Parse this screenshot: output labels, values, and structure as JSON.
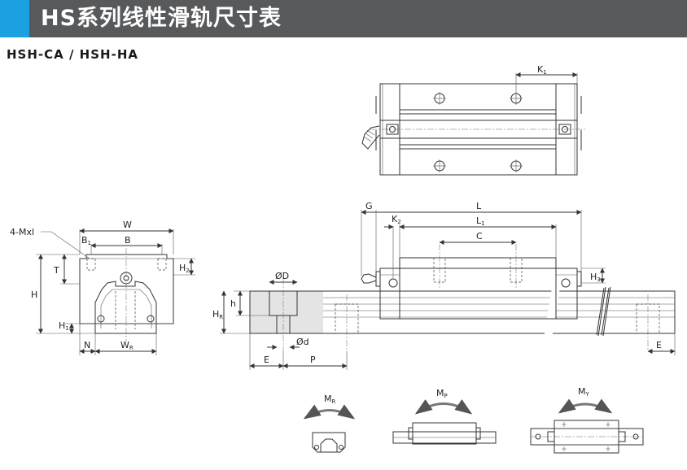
{
  "header": {
    "title": "HS系列线性滑轨尺寸表",
    "accent_color": "#1ba0e2",
    "bar_color": "#58595b"
  },
  "subtitle": "HSH-CA / HSH-HA",
  "labels": {
    "K1": "K",
    "K1_sub": "1",
    "W": "W",
    "B": "B",
    "B1": "B",
    "B1_sub": "1",
    "M": "4-Mxl",
    "T": "T",
    "H": "H",
    "H1": "H",
    "H1_sub": "1",
    "H2": "H",
    "H2_sub": "2",
    "N": "N",
    "WR": "W",
    "WR_sub": "R",
    "G": "G",
    "L": "L",
    "K2": "K",
    "K2_sub": "2",
    "L1": "L",
    "L1_sub": "1",
    "C": "C",
    "H3": "H",
    "H3_sub": "3",
    "D": "ØD",
    "h": "h",
    "HR": "H",
    "HR_sub": "R",
    "d": "Ød",
    "E1": "E",
    "P": "P",
    "E2": "E",
    "MR": "M",
    "MR_sub": "R",
    "MP": "M",
    "MP_sub": "P",
    "MY": "M",
    "MY_sub": "Y"
  }
}
